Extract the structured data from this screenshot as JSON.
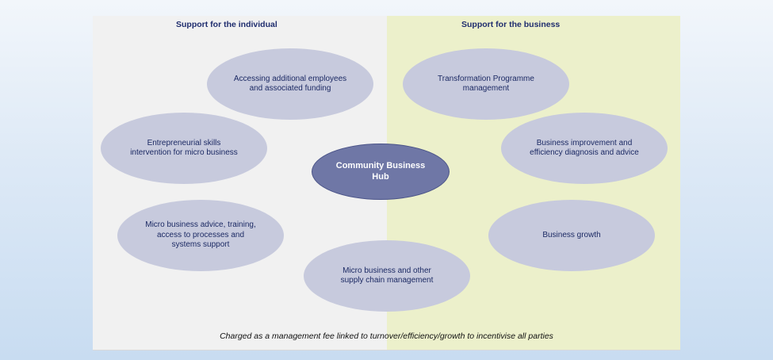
{
  "headings": {
    "left": "Support for the individual",
    "right": "Support for the business"
  },
  "hub": {
    "label": "Community Business\nHub"
  },
  "nodes": {
    "additional_employees": "Accessing additional employees\nand associated funding",
    "entrepreneurial_skills": "Entrepreneurial skills\nintervention for micro business",
    "micro_advice": "Micro business advice, training,\naccess to processes and\nsystems support",
    "supply_chain": "Micro business and other\nsupply chain management",
    "transformation": "Transformation Programme\nmanagement",
    "business_improvement": "Business improvement and\nefficiency diagnosis and advice",
    "business_growth": "Business growth"
  },
  "footer": "Charged as a management fee linked to turnover/efficiency/growth to incentivise all parties",
  "colors": {
    "left_panel": "#f1f1f1",
    "right_panel": "#ecf0cb",
    "oval_fill": "#c7cadd",
    "hub_fill": "#6f77a6",
    "text_dark_blue": "#1f2d6e"
  }
}
